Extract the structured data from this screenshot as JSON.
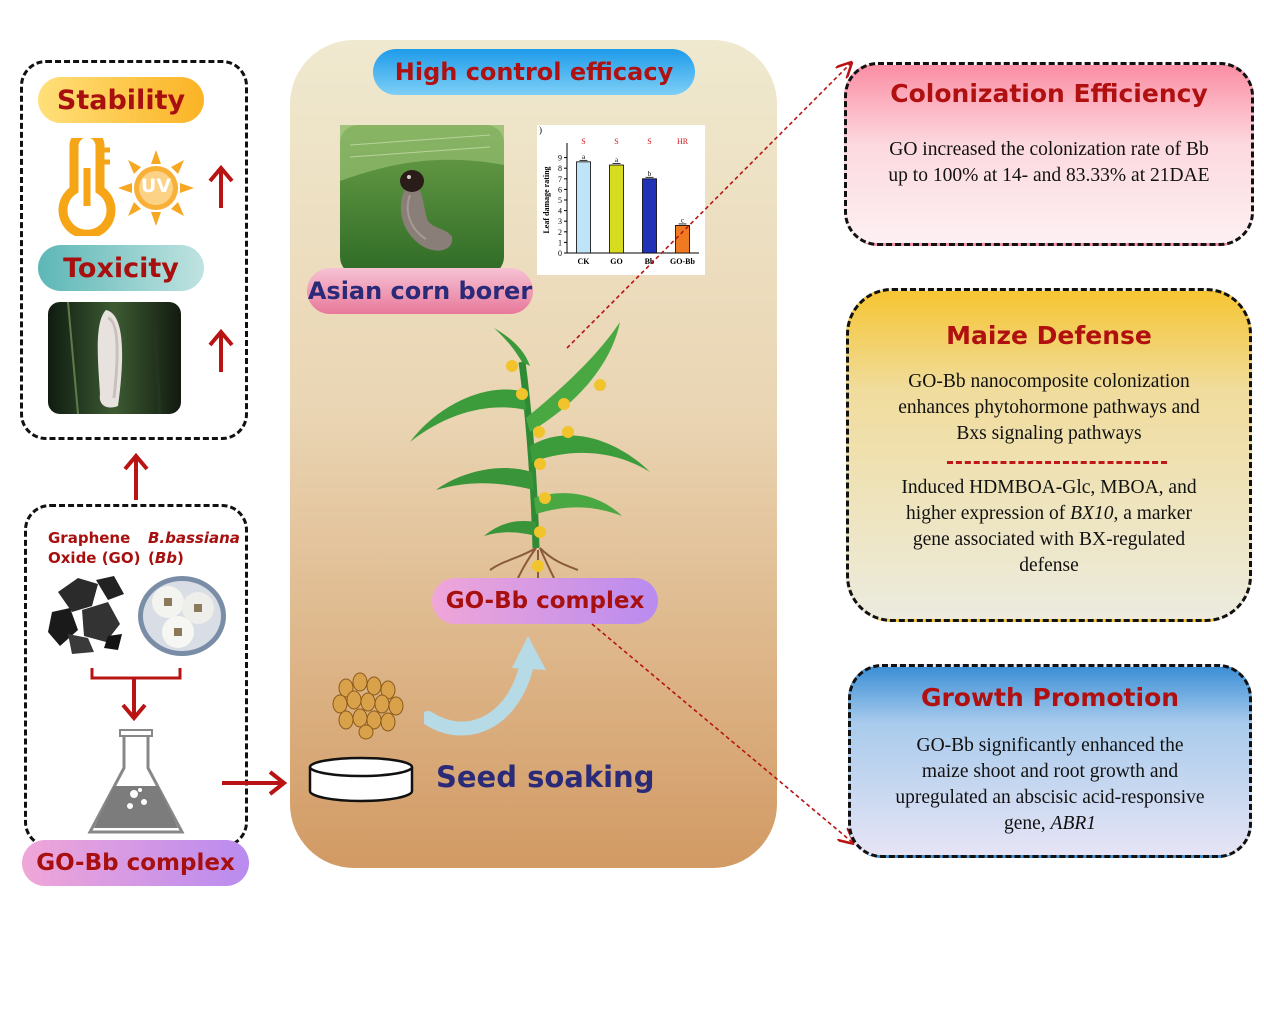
{
  "left_panel": {
    "stability_label": "Stability",
    "uv_label": "UV",
    "toxicity_label": "Toxicity",
    "go_label_line1": "Graphene",
    "go_label_line2": "Oxide (GO)",
    "bb_label_line1": "B.bassiana",
    "bb_label_line2_open": "(",
    "bb_label_line2_italic": "Bb",
    "bb_label_line2_close": ")",
    "complex_label": "GO-Bb complex"
  },
  "center_panel": {
    "header": "High control efficacy",
    "pest_label": "Asian corn borer",
    "complex_label": "GO-Bb complex",
    "seed_label": "Seed soaking"
  },
  "chart_data": {
    "type": "bar",
    "ylabel": "Leaf damage rating",
    "categories": [
      "CK",
      "GO",
      "Bb",
      "GO-Bb"
    ],
    "values": [
      8.6,
      8.3,
      7.0,
      2.6
    ],
    "ylim": [
      0,
      10
    ],
    "yticks": [
      "0",
      "1",
      "2",
      "3",
      "4",
      "5",
      "6",
      "7",
      "8",
      "9"
    ],
    "letters": [
      "a",
      "a",
      "b",
      "c"
    ],
    "resistance": [
      "S",
      "S",
      "S",
      "HR"
    ],
    "colors": [
      "#bfe3f7",
      "#d8dc1e",
      "#1f32b8",
      "#f07a22"
    ],
    "panel_mark": ")"
  },
  "cards": {
    "colonization": {
      "title": "Colonization Efficiency",
      "lines": [
        "GO increased the colonization rate of Bb",
        "up to 100% at 14- and 83.33% at 21DAE"
      ]
    },
    "defense": {
      "title": "Maize Defense",
      "lines_a": [
        "GO-Bb nanocomposite colonization",
        "enhances phytohormone pathways and",
        "Bxs signaling pathways"
      ],
      "line_b1": "Induced HDMBOA-Glc, MBOA, and",
      "line_b2_pre": "higher expression of ",
      "line_b2_italic": "BX10",
      "line_b2_post": ", a marker",
      "line_b3": "gene associated with BX-regulated",
      "line_b4": "defense"
    },
    "growth": {
      "title": "Growth Promotion",
      "lines": [
        "GO-Bb significantly enhanced the",
        "maize shoot and root growth and",
        "upregulated an abscisic acid-responsive"
      ],
      "last_pre": "gene,  ",
      "last_italic": "ABR1"
    }
  },
  "colors": {
    "dark_red": "#b01010",
    "navy": "#2a2a78",
    "arrow_red": "#b81414"
  }
}
